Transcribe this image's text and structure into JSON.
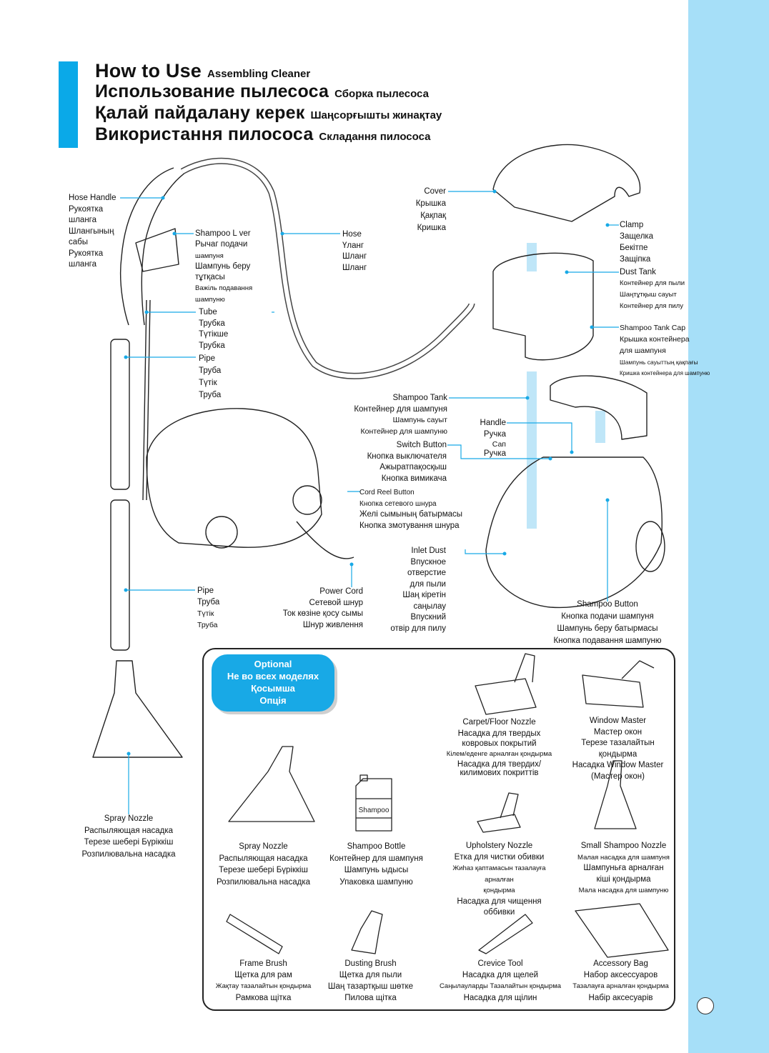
{
  "page": {
    "titles": [
      {
        "main": "How to Use",
        "sub": "Assembling Cleaner"
      },
      {
        "main": "Использование пылесоса",
        "sub": "Сборка пылесоса"
      },
      {
        "main": "Қалай пайдалану керек",
        "sub": "Шаңсорғышты жинақтау"
      },
      {
        "main": "Використання пилососа",
        "sub": "Складання пилососа"
      }
    ],
    "accent_color": "#0aa9e8",
    "side_band_color": "#a6dff8"
  },
  "labels": {
    "hose_handle": [
      "Hose Handle",
      "Рукоятка",
      "шланга",
      "Шлангының",
      "сабы",
      "Рукоятка",
      "шланга"
    ],
    "shampoo_lever": [
      "Shampoo L  ver",
      "Рычаг подачи",
      "шампуня",
      "Шампунь беру",
      "тұтқасы",
      "Важіль подавання",
      "шампуню"
    ],
    "tube": [
      "Tube",
      "Трубка",
      "Түтікше",
      "Трубка"
    ],
    "pipe_upper": [
      "Pipe",
      "Труба",
      "Түтік",
      "Труба"
    ],
    "hose": [
      "Hose",
      "Үланг",
      "Шланг",
      "Шланг"
    ],
    "cover": [
      "Cover",
      "Крышка",
      "Қақпақ",
      "Кришка"
    ],
    "clamp": [
      "Clamp",
      "Защелка",
      "Бекітпе",
      "Защіпка"
    ],
    "dust_tank": [
      "Dust Tank",
      "Контейнер для пыли",
      "Шаңтұтқыш сауыт",
      "Контейнер для пилу"
    ],
    "shampoo_tank_cap": [
      "Shampoo Tank Cap",
      "Крышка контейнера",
      "для шампуня",
      "Шампунь сауыттың қақпағы",
      "Кришка контейнера для шампуню"
    ],
    "shampoo_tank": [
      "Shampoo Tank",
      "Контейнер  для шампуня",
      "Шампунь  сауыт",
      "Контейнер для шампуню"
    ],
    "handle": [
      "Handle",
      "Ручка",
      "Сап",
      "Ручка"
    ],
    "switch_button": [
      "Switch Button",
      "Кнопка выключателя",
      "Ажыратпақосқыш",
      "Кнопка вимикача"
    ],
    "cord_reel_button": [
      "Cord Reel Button",
      "Кнопка сетевого шнура",
      "Желі сымының батырмасы",
      "Кнопка змотування шнура"
    ],
    "inlet_dust": [
      "Inlet Dust",
      "Впускное",
      "отверстие",
      "для пыли",
      "Шаң кіретін",
      "саңылау",
      "Впускний",
      "отвір для пилу"
    ],
    "power_cord": [
      "Power Cord",
      "Сетевой шнур",
      "Ток көзіне қосу сымы",
      "Шнур живлення"
    ],
    "shampoo_button": [
      "Shampoo Button",
      "Кнопка подачи шампуня",
      "Шампунь беру батырмасы",
      "Кнопка подавання шампуню"
    ],
    "pipe_lower": [
      "Pipe",
      "Труба",
      "Түтік",
      "Труба"
    ],
    "spray_nozzle": [
      "Spray Nozzle",
      "Распыляющая насадка",
      "Терезе шебері Бүріккіш",
      "Розпилювальна насадка"
    ]
  },
  "optional": {
    "badge": [
      "Optional",
      "Не во всех моделях",
      "Қосымша",
      "Опція"
    ],
    "bottle_text": "Shampoo",
    "items": [
      {
        "id": "carpet-floor-nozzle",
        "lines": [
          "Carpet/Floor Nozzle",
          "Насадка для твердых",
          "ковровых покрытий",
          "Кілем/еденге арналған қондырма",
          "Насадка для твердих/",
          "килимових покриттів"
        ]
      },
      {
        "id": "window-master",
        "lines": [
          "Window Master",
          "Мастер окон",
          "Терезе тазалайтын",
          "қондырма",
          "Насадка Window Master",
          "(Мастер окон)"
        ]
      },
      {
        "id": "spray-nozzle",
        "lines": [
          "Spray Nozzle",
          "Распыляющая насадка",
          "Терезе шебері Бүріккіш",
          "Розпилювальна насадка"
        ]
      },
      {
        "id": "shampoo-bottle",
        "lines": [
          "Shampoo Bottle",
          "Контейнер для шампуня",
          "Шампунь ыдысы",
          "Упаковка шампуню"
        ]
      },
      {
        "id": "upholstery-nozzle",
        "lines": [
          "Upholstery Nozzle",
          "Етка для чистки обивки",
          "Жиһаз қаптамасын тазалауға арналған",
          "қондырма",
          "Насадка для чищення оббивки"
        ]
      },
      {
        "id": "small-shampoo-nozzle",
        "lines": [
          "Small Shampoo Nozzle",
          "Малая насадка для шампуня",
          "Шампуньға арналған",
          "кіші қондырма",
          "Мала насадка для шампуню"
        ]
      },
      {
        "id": "frame-brush",
        "lines": [
          "Frame Brush",
          "Щетка для рам",
          "Жақтау тазалайтын қондырма",
          "Рамкова щітка"
        ]
      },
      {
        "id": "dusting-brush",
        "lines": [
          "Dusting Brush",
          "Щетка для пыли",
          "Шаң тазартқыш шөтке",
          "Пилова щітка"
        ]
      },
      {
        "id": "crevice-tool",
        "lines": [
          "Crevice Tool",
          "Насадка для щелей",
          "Саңылауларды Тазалайтын қондырма",
          "Насадка для щілин"
        ]
      },
      {
        "id": "accessory-bag",
        "lines": [
          "Accessory Bag",
          "Набор аксессуаров",
          "Тазалауға арналған қондырма",
          "Набір аксесуарів"
        ]
      }
    ]
  }
}
